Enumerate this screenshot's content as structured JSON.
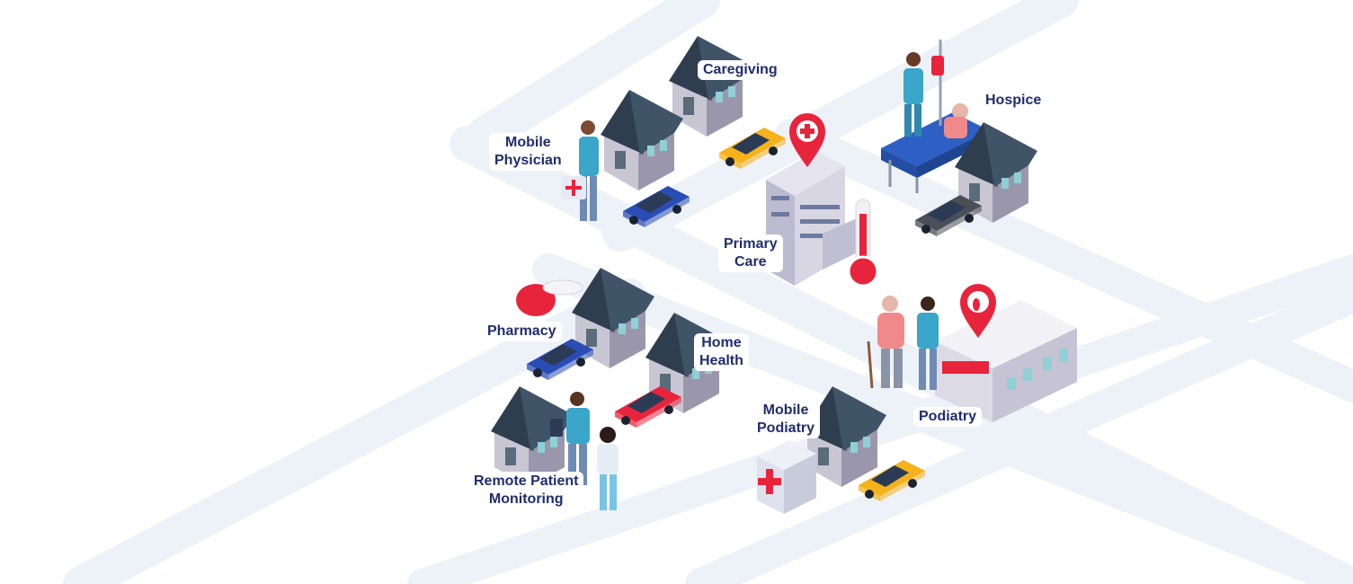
{
  "labels": {
    "caregiving": "Caregiving",
    "hospice": "Hospice",
    "mobile_physician": [
      "Mobile",
      "Physician"
    ],
    "primary_care": [
      "Primary",
      "Care"
    ],
    "pharmacy": "Pharmacy",
    "home_health": [
      "Home",
      "Health"
    ],
    "mobile_podiatry": [
      "Mobile",
      "Podiatry"
    ],
    "podiatry": "Podiatry",
    "remote_patient_monitoring": [
      "Remote Patient",
      "Monitoring"
    ]
  },
  "colors": {
    "road": "#e8eef7",
    "label_text": "#1f2d6e",
    "accent_red": "#e8243c",
    "house_wall": "#c9c6d3",
    "house_roof": "#2f3e4e",
    "teal_scrubs": "#3aa6c9"
  },
  "icons": [
    "medical-pin-icon",
    "foot-pin-icon",
    "thermometer-icon",
    "first-aid-kit-icon",
    "iv-drip-icon",
    "pill-icon",
    "tablet-icon",
    "cane-icon"
  ]
}
